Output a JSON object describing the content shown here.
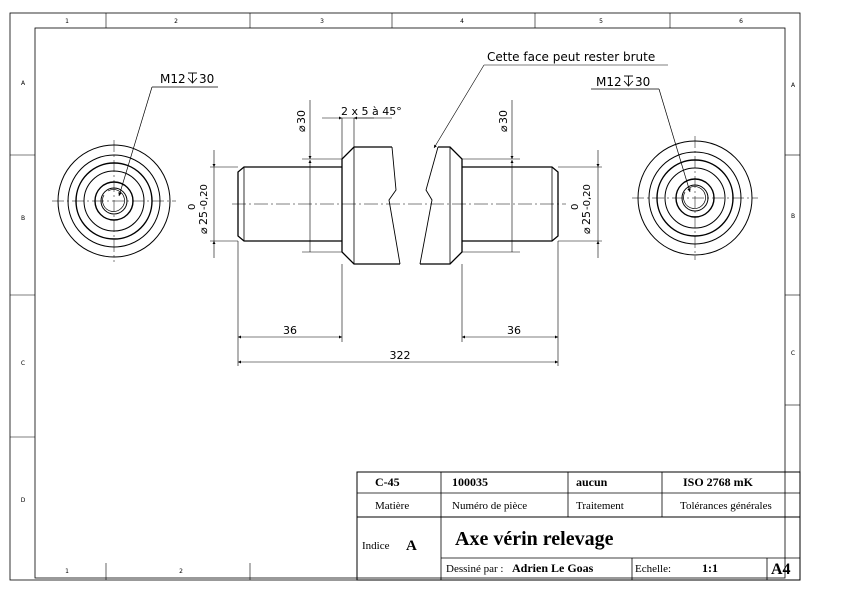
{
  "frame": {
    "columns_top": [
      "1",
      "2",
      "3",
      "4",
      "5",
      "6"
    ],
    "columns_bottom": [
      "1",
      "2"
    ],
    "rows": [
      "A",
      "B",
      "C",
      "D"
    ]
  },
  "annotations": {
    "thread_left": "M12",
    "depth_left": "30",
    "thread_right": "M12",
    "depth_right": "30",
    "surface_note": "Cette face peut rester brute",
    "chamfer": "2 x 5 à 45°"
  },
  "dimensions": {
    "dia_collar_left": "30",
    "dia_collar_right": "30",
    "dia_shaft_left": "25",
    "tol_upper_left": "0",
    "tol_lower_left": "-0,20",
    "dia_shaft_right": "25",
    "tol_upper_right": "0",
    "tol_lower_right": "-0,20",
    "len_left": "36",
    "len_right": "36",
    "len_total": "322"
  },
  "title_block": {
    "code": "C-45",
    "part_number": "100035",
    "treatment": "aucun",
    "tolerance": "ISO 2768 mK",
    "label_material": "Matière",
    "label_part_number": "Numéro de pièce",
    "label_treatment": "Traitement",
    "label_tolerance": "Tolérances générales",
    "label_index": "Indice",
    "index": "A",
    "title": "Axe vérin relevage",
    "label_drawn_by": "Dessiné par :",
    "drawn_by": "Adrien Le Goas",
    "label_scale": "Echelle:",
    "scale": "1:1",
    "format": "A4"
  }
}
